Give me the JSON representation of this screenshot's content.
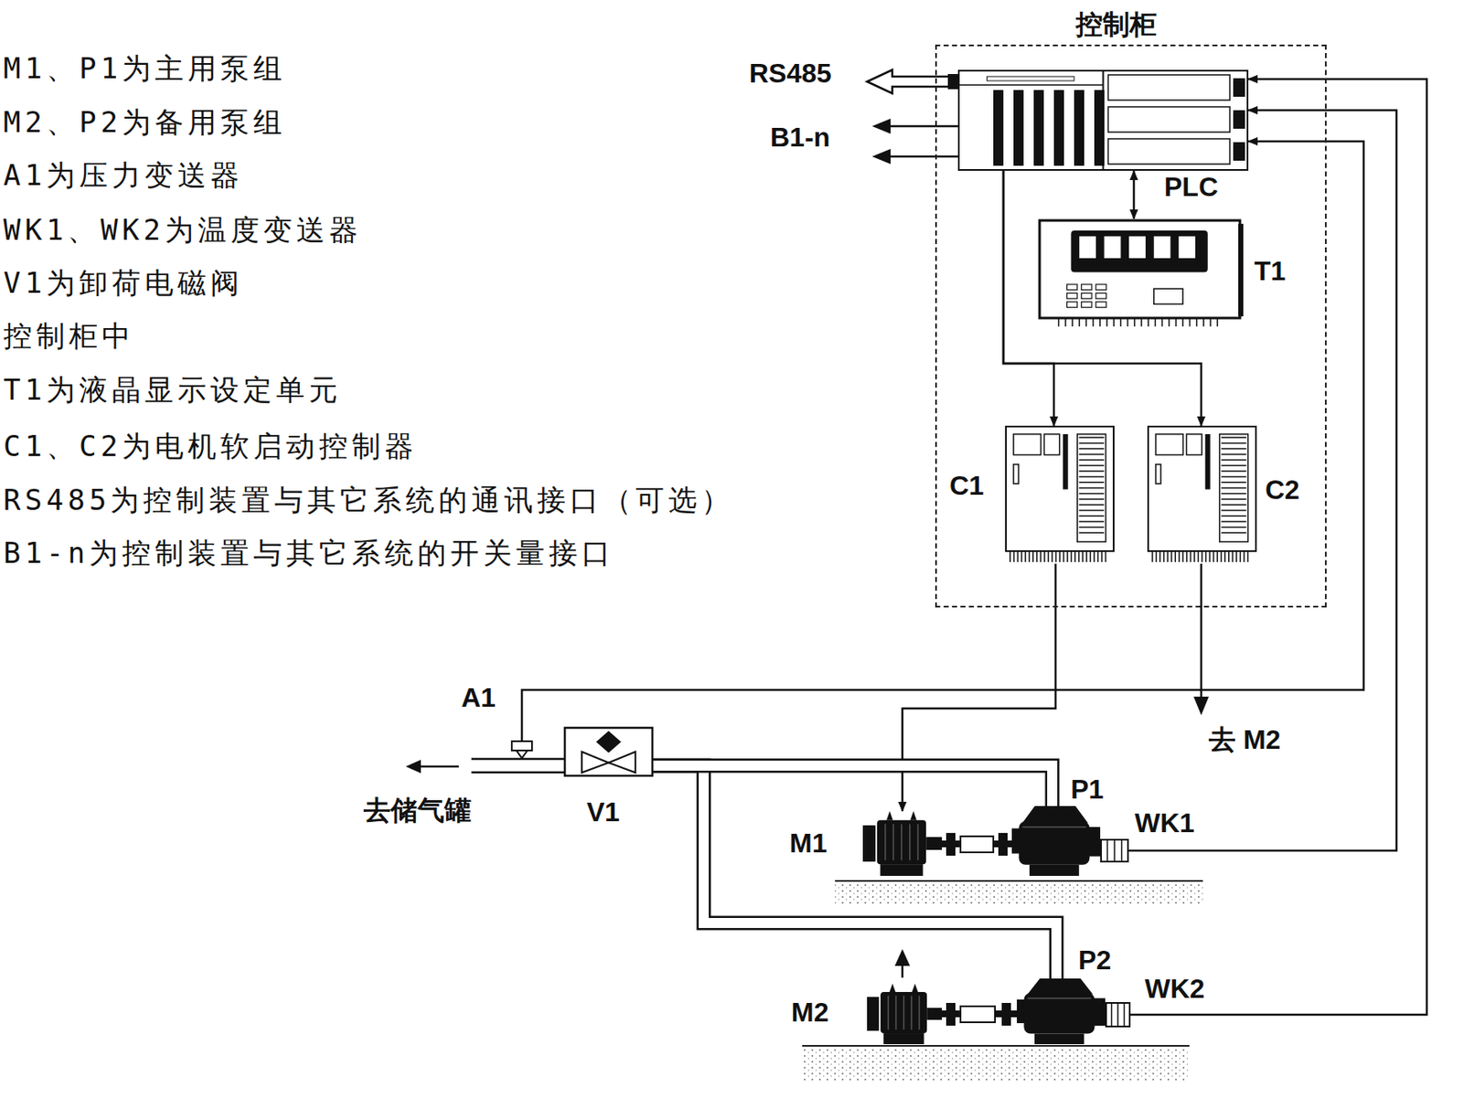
{
  "diagram": {
    "nodes": [
      {
        "text": [
          "控制柜"
        ]
      },
      {
        "text": [
          "PLC"
        ],
        "in": 0
      },
      {
        "text": [
          "T1"
        ],
        "in": 0
      },
      {
        "text": [
          "C1"
        ],
        "in": 0
      },
      {
        "text": [
          "C2"
        ],
        "in": 0
      },
      {
        "text": [
          "A1"
        ]
      },
      {
        "text": [
          "V1"
        ]
      },
      {
        "text": [
          "P1"
        ]
      },
      {
        "text": [
          "M1"
        ]
      },
      {
        "text": [
          "WK1"
        ]
      },
      {
        "text": [
          "P2"
        ]
      },
      {
        "text": [
          "M2"
        ]
      },
      {
        "text": [
          "WK2"
        ]
      }
    ],
    "edges": [
      {
        "from": 1,
        "to": 2,
        "arrow": "both"
      },
      {
        "from": 1,
        "to": 3,
        "arrow": "to"
      },
      {
        "from": 1,
        "to": 4,
        "arrow": "to"
      },
      {
        "from": 3,
        "to": 8,
        "arrow": "to"
      },
      {
        "from": 5,
        "to": 1,
        "arrow": "to"
      },
      {
        "from": 9,
        "to": 1,
        "arrow": "to"
      },
      {
        "from": 12,
        "to": 1,
        "arrow": "to"
      },
      {
        "from": 6,
        "to": 7,
        "arrow": "none"
      },
      {
        "from": 6,
        "to": 10,
        "arrow": "none"
      },
      {
        "from": 8,
        "to": 7,
        "arrow": "none"
      },
      {
        "from": 11,
        "to": 10,
        "arrow": "none"
      }
    ],
    "labels": [
      "M1、P1为主用泵组",
      "M2、P2为备用泵组",
      "A1为压力变送器",
      "WK1、WK2为温度变送器",
      "V1为卸荷电磁阀",
      "控制柜中",
      "T1为液晶显示设定单元",
      "C1、C2为电机软启动控制器",
      "RS485为控制装置与其它系统的通讯接口（可选）",
      "B1-n为控制装置与其它系统的开关量接口",
      "RS485",
      "B1-n",
      "去储气罐",
      "去 M2"
    ]
  }
}
